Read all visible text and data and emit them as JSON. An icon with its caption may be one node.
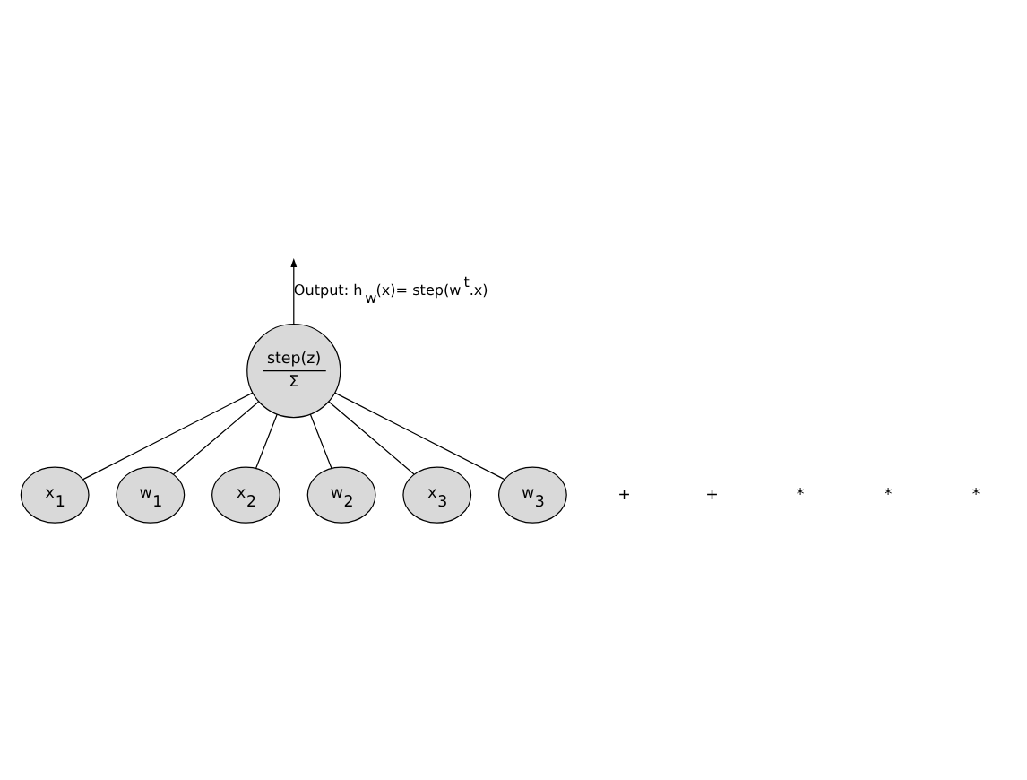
{
  "diagram": {
    "nodes": [
      {
        "text": [
          "step(z)",
          "Σ"
        ]
      },
      {
        "text": [
          "x$_{1}$"
        ]
      },
      {
        "text": [
          "w$_{1}$"
        ]
      },
      {
        "text": [
          "x$_{2}$"
        ]
      },
      {
        "text": [
          "w$_{2}$"
        ]
      },
      {
        "text": [
          "x$_{3}$"
        ]
      },
      {
        "text": [
          "w$_{3}$"
        ]
      }
    ],
    "edges": [
      {
        "from": 0,
        "to": null,
        "arrow": "to",
        "label": "Output: h$_{w}$(x)= step(w$^{t}$.x)"
      },
      {
        "from": 1,
        "to": 0,
        "arrow": "none"
      },
      {
        "from": 2,
        "to": 0,
        "arrow": "none"
      },
      {
        "from": 3,
        "to": 0,
        "arrow": "none"
      },
      {
        "from": 4,
        "to": 0,
        "arrow": "none"
      },
      {
        "from": 5,
        "to": 0,
        "arrow": "none"
      },
      {
        "from": 6,
        "to": 0,
        "arrow": "none"
      }
    ],
    "labels": [
      "+",
      "+",
      "*",
      "*",
      "*"
    ]
  }
}
